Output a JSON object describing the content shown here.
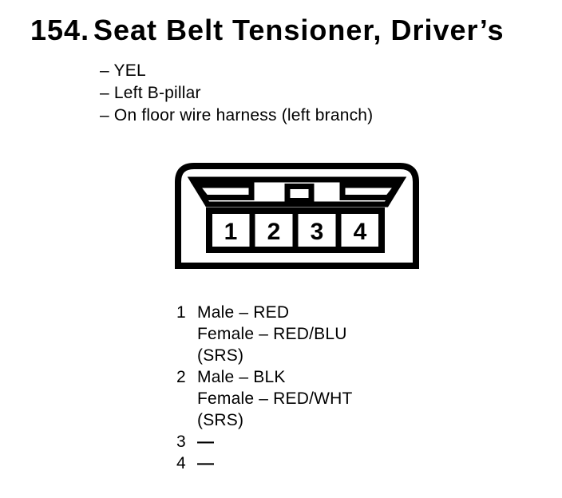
{
  "colors": {
    "ink": "#000000",
    "paper": "#ffffff"
  },
  "header": {
    "item_number": "154.",
    "title": "Seat Belt Tensioner, Driver’s"
  },
  "details": [
    "– YEL",
    "– Left B-pillar",
    "– On floor wire harness (left branch)"
  ],
  "connector": {
    "pins": [
      "1",
      "2",
      "3",
      "4"
    ]
  },
  "pin_list": [
    {
      "pin": "1",
      "lines": [
        "Male – RED",
        "Female – RED/BLU",
        "(SRS)"
      ]
    },
    {
      "pin": "2",
      "lines": [
        "Male – BLK",
        "Female – RED/WHT",
        "(SRS)"
      ]
    },
    {
      "pin": "3",
      "lines": [
        "—"
      ]
    },
    {
      "pin": "4",
      "lines": [
        "—"
      ]
    }
  ]
}
